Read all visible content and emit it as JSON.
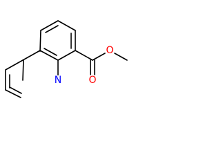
{
  "structure": {
    "bond_color": "#000000",
    "background_color": "#ffffff",
    "atoms": {
      "n1": {
        "label": "N",
        "color": "#0000ff"
      },
      "o_carbonyl": {
        "label": "O",
        "color": "#ff0000"
      },
      "o_ester": {
        "label": "O",
        "color": "#ff0000"
      }
    }
  }
}
